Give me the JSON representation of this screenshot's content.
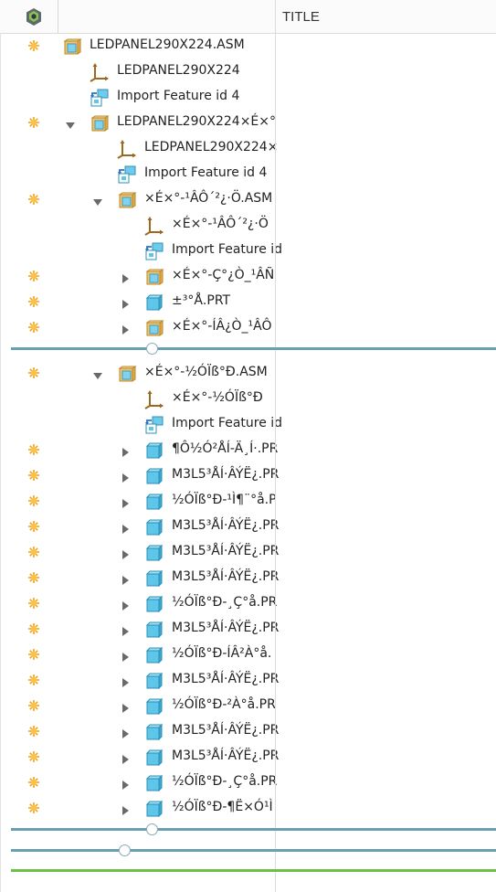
{
  "header": {
    "title": "TITLE",
    "icon": "model-tree-icon"
  },
  "colors": {
    "divider": "#6a9fb3",
    "green_bar": "#6cc04a",
    "star": "#f5a21b",
    "part": "#5ec6e8"
  },
  "tree": [
    {
      "label": "LEDPANEL290X224.ASM",
      "kind": "asm",
      "depth": 0,
      "expand": "none",
      "star": true
    },
    {
      "label": "LEDPANEL290X224",
      "kind": "csys",
      "depth": 1,
      "expand": "none",
      "star": false
    },
    {
      "label": "Import Feature id 4",
      "kind": "import",
      "depth": 1,
      "expand": "none",
      "star": false
    },
    {
      "label": "LEDPANEL290X224×É×°",
      "kind": "asm",
      "depth": 1,
      "expand": "open",
      "star": true
    },
    {
      "label": "LEDPANEL290X224×",
      "kind": "csys",
      "depth": 2,
      "expand": "none",
      "star": false
    },
    {
      "label": "Import Feature id 4",
      "kind": "import",
      "depth": 2,
      "expand": "none",
      "star": false
    },
    {
      "label": "×É×°-¹ÂÔ´²¿·Ö.ASM",
      "kind": "asm",
      "depth": 2,
      "expand": "open",
      "star": true
    },
    {
      "label": "×É×°-¹ÂÔ´²¿·Ö",
      "kind": "csys",
      "depth": 3,
      "expand": "none",
      "star": false
    },
    {
      "label": "Import Feature id",
      "kind": "import",
      "depth": 3,
      "expand": "none",
      "star": false
    },
    {
      "label": "×É×°-Ç°¿Ò_¹ÂÑ",
      "kind": "asm",
      "depth": 3,
      "expand": "closed",
      "star": true
    },
    {
      "label": "±³°Å.PRT",
      "kind": "part",
      "depth": 3,
      "expand": "closed",
      "star": true
    },
    {
      "label": "×É×°-ÍÂ¿Ò_¹ÂÔ",
      "kind": "asm",
      "depth": 3,
      "expand": "closed",
      "star": true
    },
    {
      "label": "×É×°-½ÓÏß°Ð.ASM",
      "kind": "asm",
      "depth": 2,
      "expand": "open",
      "star": true
    },
    {
      "label": "×É×°-½ÓÏß°Ð",
      "kind": "csys",
      "depth": 3,
      "expand": "none",
      "star": false
    },
    {
      "label": "Import Feature id",
      "kind": "import",
      "depth": 3,
      "expand": "none",
      "star": false
    },
    {
      "label": "¶Ô½Ó²ÅÍ-Ä¸Í·.PR",
      "kind": "part",
      "depth": 3,
      "expand": "closed",
      "star": true
    },
    {
      "label": "M3L5³ÅÍ·ÂÝË¿.PR",
      "kind": "part",
      "depth": 3,
      "expand": "closed",
      "star": true
    },
    {
      "label": "½ÓÏß°Ð-¹Ì¶¨°å.P",
      "kind": "part",
      "depth": 3,
      "expand": "closed",
      "star": true
    },
    {
      "label": "M3L5³ÅÍ·ÂÝË¿.PR",
      "kind": "part",
      "depth": 3,
      "expand": "closed",
      "star": true
    },
    {
      "label": "M3L5³ÅÍ·ÂÝË¿.PR",
      "kind": "part",
      "depth": 3,
      "expand": "closed",
      "star": true
    },
    {
      "label": "M3L5³ÅÍ·ÂÝË¿.PR",
      "kind": "part",
      "depth": 3,
      "expand": "closed",
      "star": true
    },
    {
      "label": "½ÓÏß°Ð-¸Ç°å.PR",
      "kind": "part",
      "depth": 3,
      "expand": "closed",
      "star": true
    },
    {
      "label": "M3L5³ÅÍ·ÂÝË¿.PR",
      "kind": "part",
      "depth": 3,
      "expand": "closed",
      "star": true
    },
    {
      "label": "½ÓÏß°Ð-ÍÂ²À°å.",
      "kind": "part",
      "depth": 3,
      "expand": "closed",
      "star": true
    },
    {
      "label": "M3L5³ÅÍ·ÂÝË¿.PR",
      "kind": "part",
      "depth": 3,
      "expand": "closed",
      "star": true
    },
    {
      "label": "½ÓÏß°Ð-²À°å.PR",
      "kind": "part",
      "depth": 3,
      "expand": "closed",
      "star": true
    },
    {
      "label": "M3L5³ÅÍ·ÂÝË¿.PR",
      "kind": "part",
      "depth": 3,
      "expand": "closed",
      "star": true
    },
    {
      "label": "M3L5³ÅÍ·ÂÝË¿.PR",
      "kind": "part",
      "depth": 3,
      "expand": "closed",
      "star": true
    },
    {
      "label": "½ÓÏß°Ð-¸Ç°å.PR",
      "kind": "part",
      "depth": 3,
      "expand": "closed",
      "star": true
    },
    {
      "label": "½ÓÏß°Ð-¶Ë×Ó¹Ì",
      "kind": "part",
      "depth": 3,
      "expand": "closed",
      "star": true
    }
  ]
}
